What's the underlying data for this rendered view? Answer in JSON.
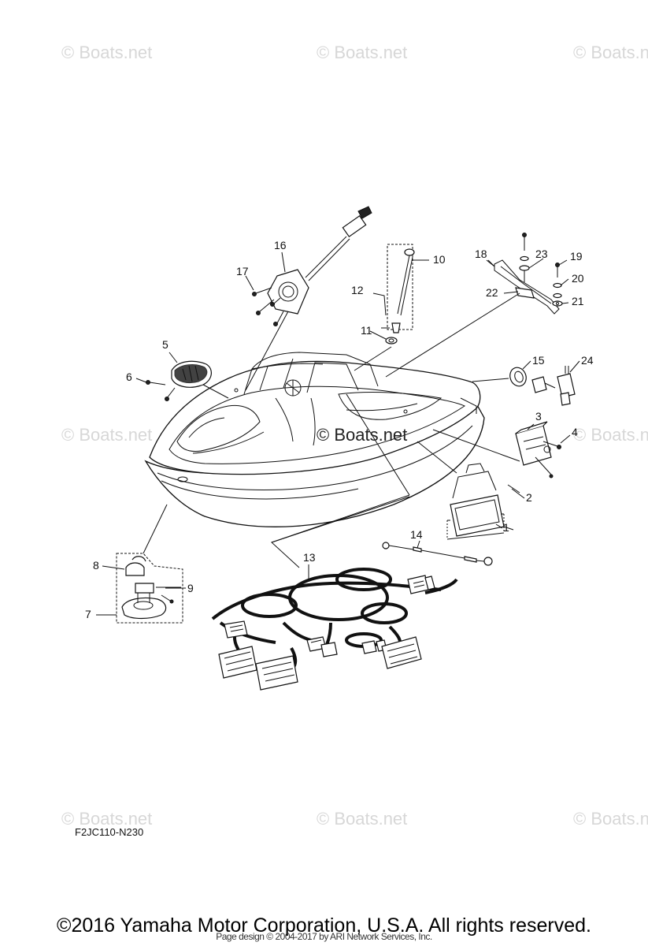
{
  "watermarks": {
    "text": "© Boats.net",
    "center_text": "© Boats.net"
  },
  "diagram_code": "F2JC110-N230",
  "callouts": [
    "1",
    "2",
    "3",
    "4",
    "5",
    "6",
    "7",
    "8",
    "9",
    "10",
    "11",
    "12",
    "13",
    "14",
    "15",
    "16",
    "17",
    "18",
    "19",
    "20",
    "21",
    "22",
    "23",
    "24"
  ],
  "footer": {
    "copyright": "©2016 Yamaha Motor Corporation, U.S.A. All rights reserved.",
    "page_design": "Page design © 2004-2017 by ARI Network Services, Inc."
  }
}
